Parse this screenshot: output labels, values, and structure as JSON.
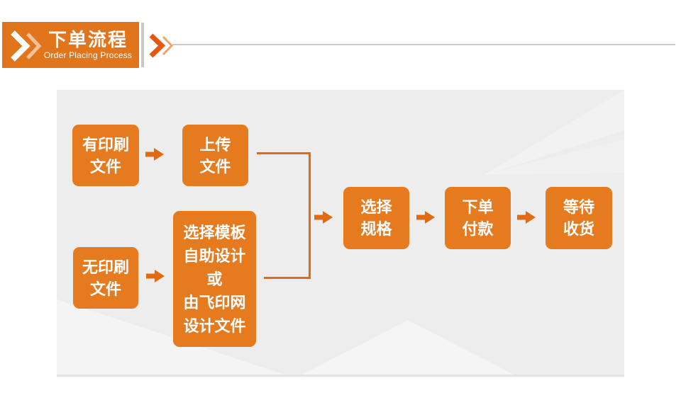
{
  "header": {
    "title": "下单流程",
    "subtitle": "Order Placing Process",
    "badge_color": "#E0751C",
    "divider_color": "#C8C8C8",
    "rule_color": "#CBCBCB",
    "chevron_icon": "double-chevron-right"
  },
  "flow": {
    "canvas_color": "#EDEDEE",
    "box_color": "#E57A1F",
    "arrow_color": "#E26A12",
    "text_color": "#FFFFFF",
    "boxes": [
      {
        "id": "has-print-file",
        "lines": [
          "有印刷",
          "文件"
        ]
      },
      {
        "id": "upload-file",
        "lines": [
          "上传",
          "文件"
        ]
      },
      {
        "id": "no-print-file",
        "lines": [
          "无印刷",
          "文件"
        ]
      },
      {
        "id": "template-or-design-service",
        "lines": [
          "选择模板",
          "自助设计",
          "或",
          "由飞印网",
          "设计文件"
        ]
      },
      {
        "id": "choose-spec",
        "lines": [
          "选择",
          "规格"
        ]
      },
      {
        "id": "place-order-pay",
        "lines": [
          "下单",
          "付款"
        ]
      },
      {
        "id": "wait-receive",
        "lines": [
          "等待",
          "收货"
        ]
      }
    ]
  }
}
